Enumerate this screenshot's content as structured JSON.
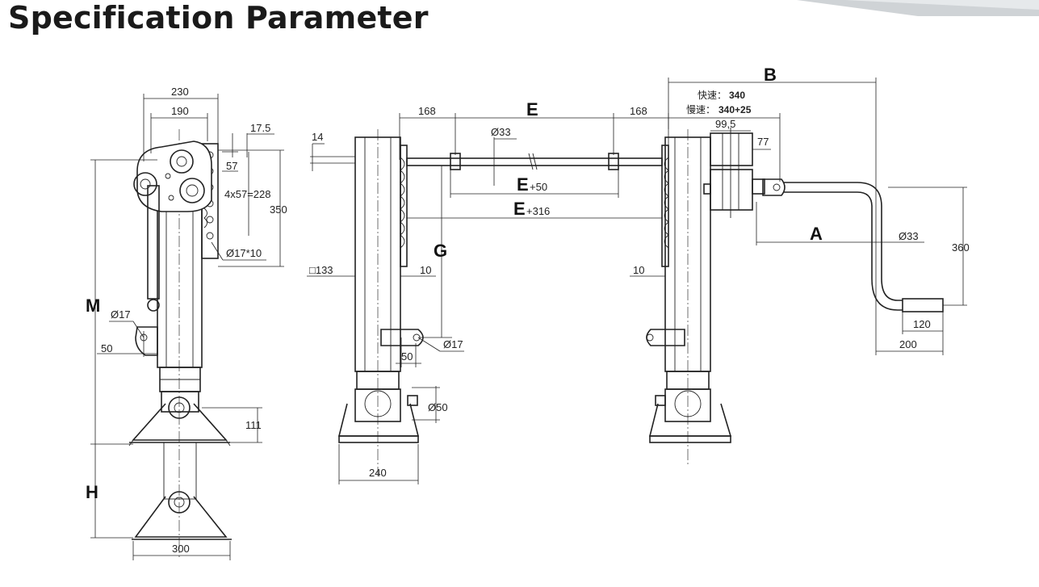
{
  "title": "Specification Parameter",
  "labels": {
    "M": "M",
    "H": "H",
    "G": "G",
    "E": "E",
    "B": "B",
    "A": "A",
    "E50_main": "E",
    "E50_sub": "+50",
    "E316_main": "E",
    "E316_sub": "+316"
  },
  "dims": {
    "d230": "230",
    "d190": "190",
    "d17_5": "17.5",
    "d57": "57",
    "d4x57": "4x57=228",
    "d350": "350",
    "d17x10": "Ø17*10",
    "d17a": "Ø17",
    "d50a": "50",
    "d111": "111",
    "d300": "300",
    "d14": "14",
    "d133": "□133",
    "d10a": "10",
    "d17b": "Ø17",
    "d50b": "50",
    "d50c": "Ø50",
    "d240": "240",
    "d168a": "168",
    "d168b": "168",
    "d33a": "Ø33",
    "d10b": "10",
    "d99_5": "99,5",
    "d77": "77",
    "d33b": "Ø33",
    "d360": "360",
    "d120": "120",
    "d200": "200"
  },
  "speeds": {
    "fast_label": "快速：",
    "fast_value": "340",
    "slow_label": "慢速：",
    "slow_value": "340+25"
  }
}
